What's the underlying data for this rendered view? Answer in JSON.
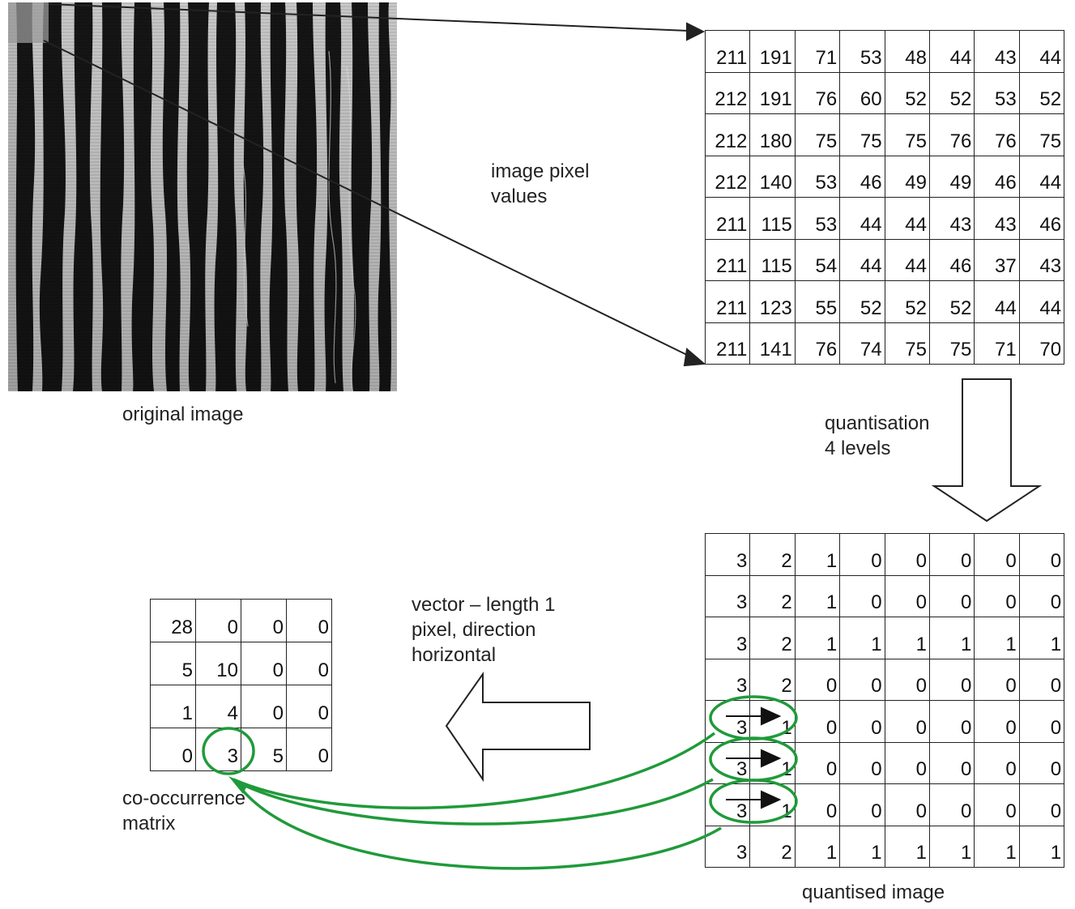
{
  "labels": {
    "original_image": "original image",
    "image_pixel_values": [
      "image pixel",
      "values"
    ],
    "quantisation": [
      "quantisation",
      "4 levels"
    ],
    "quantised_image": "quantised image",
    "vector": [
      "vector – length 1",
      "pixel, direction",
      "horizontal"
    ],
    "cooccurrence": [
      "co-occurrence",
      "matrix"
    ]
  },
  "pixel_values": [
    [
      "211",
      "191",
      "71",
      "53",
      "48",
      "44",
      "43",
      "44"
    ],
    [
      "212",
      "191",
      "76",
      "60",
      "52",
      "52",
      "53",
      "52"
    ],
    [
      "212",
      "180",
      "75",
      "75",
      "75",
      "76",
      "76",
      "75"
    ],
    [
      "212",
      "140",
      "53",
      "46",
      "49",
      "49",
      "46",
      "44"
    ],
    [
      "211",
      "115",
      "53",
      "44",
      "44",
      "43",
      "43",
      "46"
    ],
    [
      "211",
      "115",
      "54",
      "44",
      "44",
      "46",
      "37",
      "43"
    ],
    [
      "211",
      "123",
      "55",
      "52",
      "52",
      "52",
      "44",
      "44"
    ],
    [
      "211",
      "141",
      "76",
      "74",
      "75",
      "75",
      "71",
      "70"
    ]
  ],
  "quantised_values": [
    [
      "3",
      "2",
      "1",
      "0",
      "0",
      "0",
      "0",
      "0"
    ],
    [
      "3",
      "2",
      "1",
      "0",
      "0",
      "0",
      "0",
      "0"
    ],
    [
      "3",
      "2",
      "1",
      "1",
      "1",
      "1",
      "1",
      "1"
    ],
    [
      "3",
      "2",
      "0",
      "0",
      "0",
      "0",
      "0",
      "0"
    ],
    [
      "3",
      "1",
      "0",
      "0",
      "0",
      "0",
      "0",
      "0"
    ],
    [
      "3",
      "1",
      "0",
      "0",
      "0",
      "0",
      "0",
      "0"
    ],
    [
      "3",
      "1",
      "0",
      "0",
      "0",
      "0",
      "0",
      "0"
    ],
    [
      "3",
      "2",
      "1",
      "1",
      "1",
      "1",
      "1",
      "1"
    ]
  ],
  "cooccurrence_values": [
    [
      "28",
      "0",
      "0",
      "0"
    ],
    [
      "5",
      "10",
      "0",
      "0"
    ],
    [
      "1",
      "4",
      "0",
      "0"
    ],
    [
      "0",
      "3",
      "5",
      "0"
    ]
  ],
  "colors": {
    "highlight": "#1f9a3a",
    "stroke": "#222222"
  }
}
